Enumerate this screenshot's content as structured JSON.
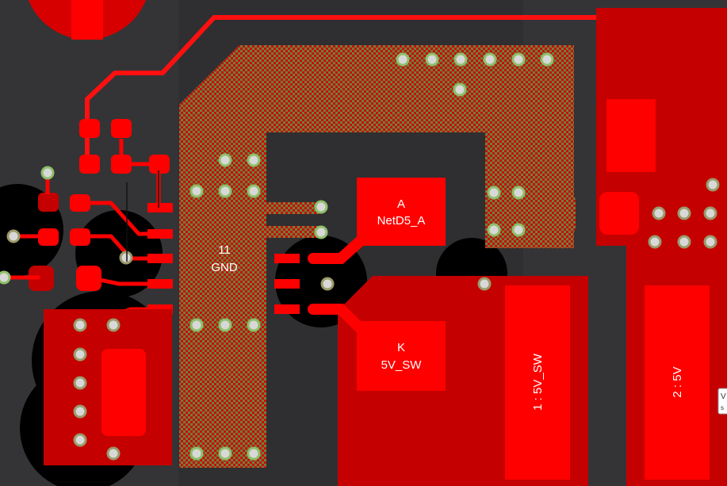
{
  "view": {
    "name": "pcb-layout-view",
    "colors": {
      "board": "#2f2f31",
      "keepout": "#000000",
      "copper": "#e00000",
      "copper_dark": "#b50000",
      "hatch": "#6a7f3a",
      "via_ring": "#8fbf6a",
      "via_hole": "#d8d8d8",
      "label": "#ffffff"
    }
  },
  "labels": {
    "gnd_pad_number": "11",
    "gnd_pad_net": "GND",
    "anode_pad_pin": "A",
    "anode_pad_net": "NetD5_A",
    "cathode_pad_pin": "K",
    "cathode_pad_net": "5V_SW",
    "connector_pad_1": "1 : 5V_SW",
    "connector_pad_2": "2 : 5V"
  },
  "tooltip": {
    "line1": "V",
    "line2": "s"
  }
}
